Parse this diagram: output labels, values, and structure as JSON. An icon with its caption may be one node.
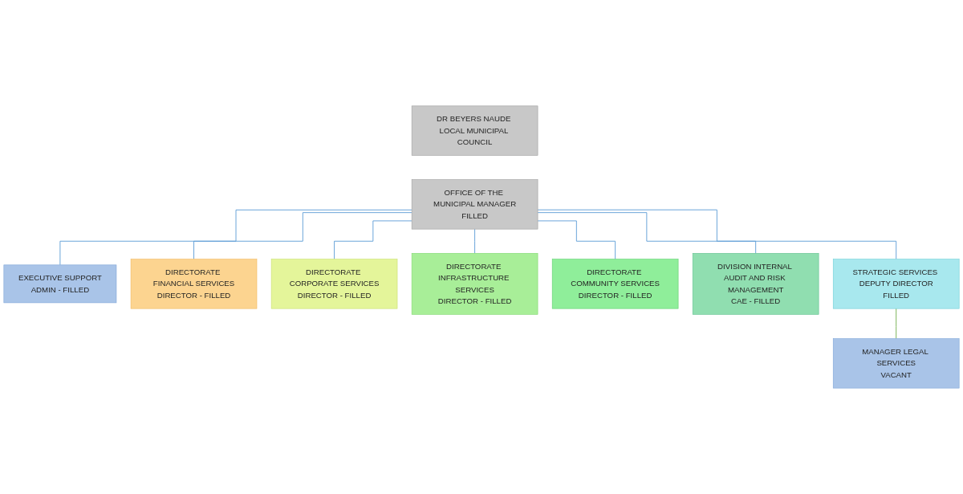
{
  "diagram": {
    "nodes": [
      {
        "text": [
          "DR BEYERS NAUDE LOCAL MUNICIPAL COUNCIL"
        ]
      },
      {
        "text": [
          "OFFICE OF THE MUNICIPAL MANAGER",
          "FILLED"
        ]
      },
      {
        "text": [
          "EXECUTIVE SUPPORT",
          "ADMIN - FILLED"
        ]
      },
      {
        "text": [
          "DIRECTORATE FINANCIAL SERVICES",
          "DIRECTOR - FILLED"
        ]
      },
      {
        "text": [
          "DIRECTORATE CORPORATE SERVICES",
          "DIRECTOR - FILLED"
        ]
      },
      {
        "text": [
          "DIRECTORATE INFRASTRUCTURE SERVICES",
          "DIRECTOR - FILLED"
        ]
      },
      {
        "text": [
          "DIRECTORATE COMMUNITY SERVICES",
          "DIRECTOR - FILLED"
        ]
      },
      {
        "text": [
          "DIVISION INTERNAL AUDIT AND RISK MANAGEMENT",
          "CAE - FILLED"
        ]
      },
      {
        "text": [
          "STRATEGIC SERVICES DEPUTY DIRECTOR",
          "FILLED"
        ]
      },
      {
        "text": [
          "MANAGER LEGAL SERVICES",
          "VACANT"
        ]
      }
    ],
    "edges": [
      {
        "from": 1,
        "to": 2,
        "arrow": "none"
      },
      {
        "from": 1,
        "to": 3,
        "arrow": "none"
      },
      {
        "from": 1,
        "to": 4,
        "arrow": "none"
      },
      {
        "from": 1,
        "to": 5,
        "arrow": "none"
      },
      {
        "from": 1,
        "to": 6,
        "arrow": "none"
      },
      {
        "from": 1,
        "to": 7,
        "arrow": "none"
      },
      {
        "from": 1,
        "to": 8,
        "arrow": "none"
      },
      {
        "from": 8,
        "to": 9,
        "arrow": "none",
        "color": "#70ad47"
      }
    ]
  }
}
